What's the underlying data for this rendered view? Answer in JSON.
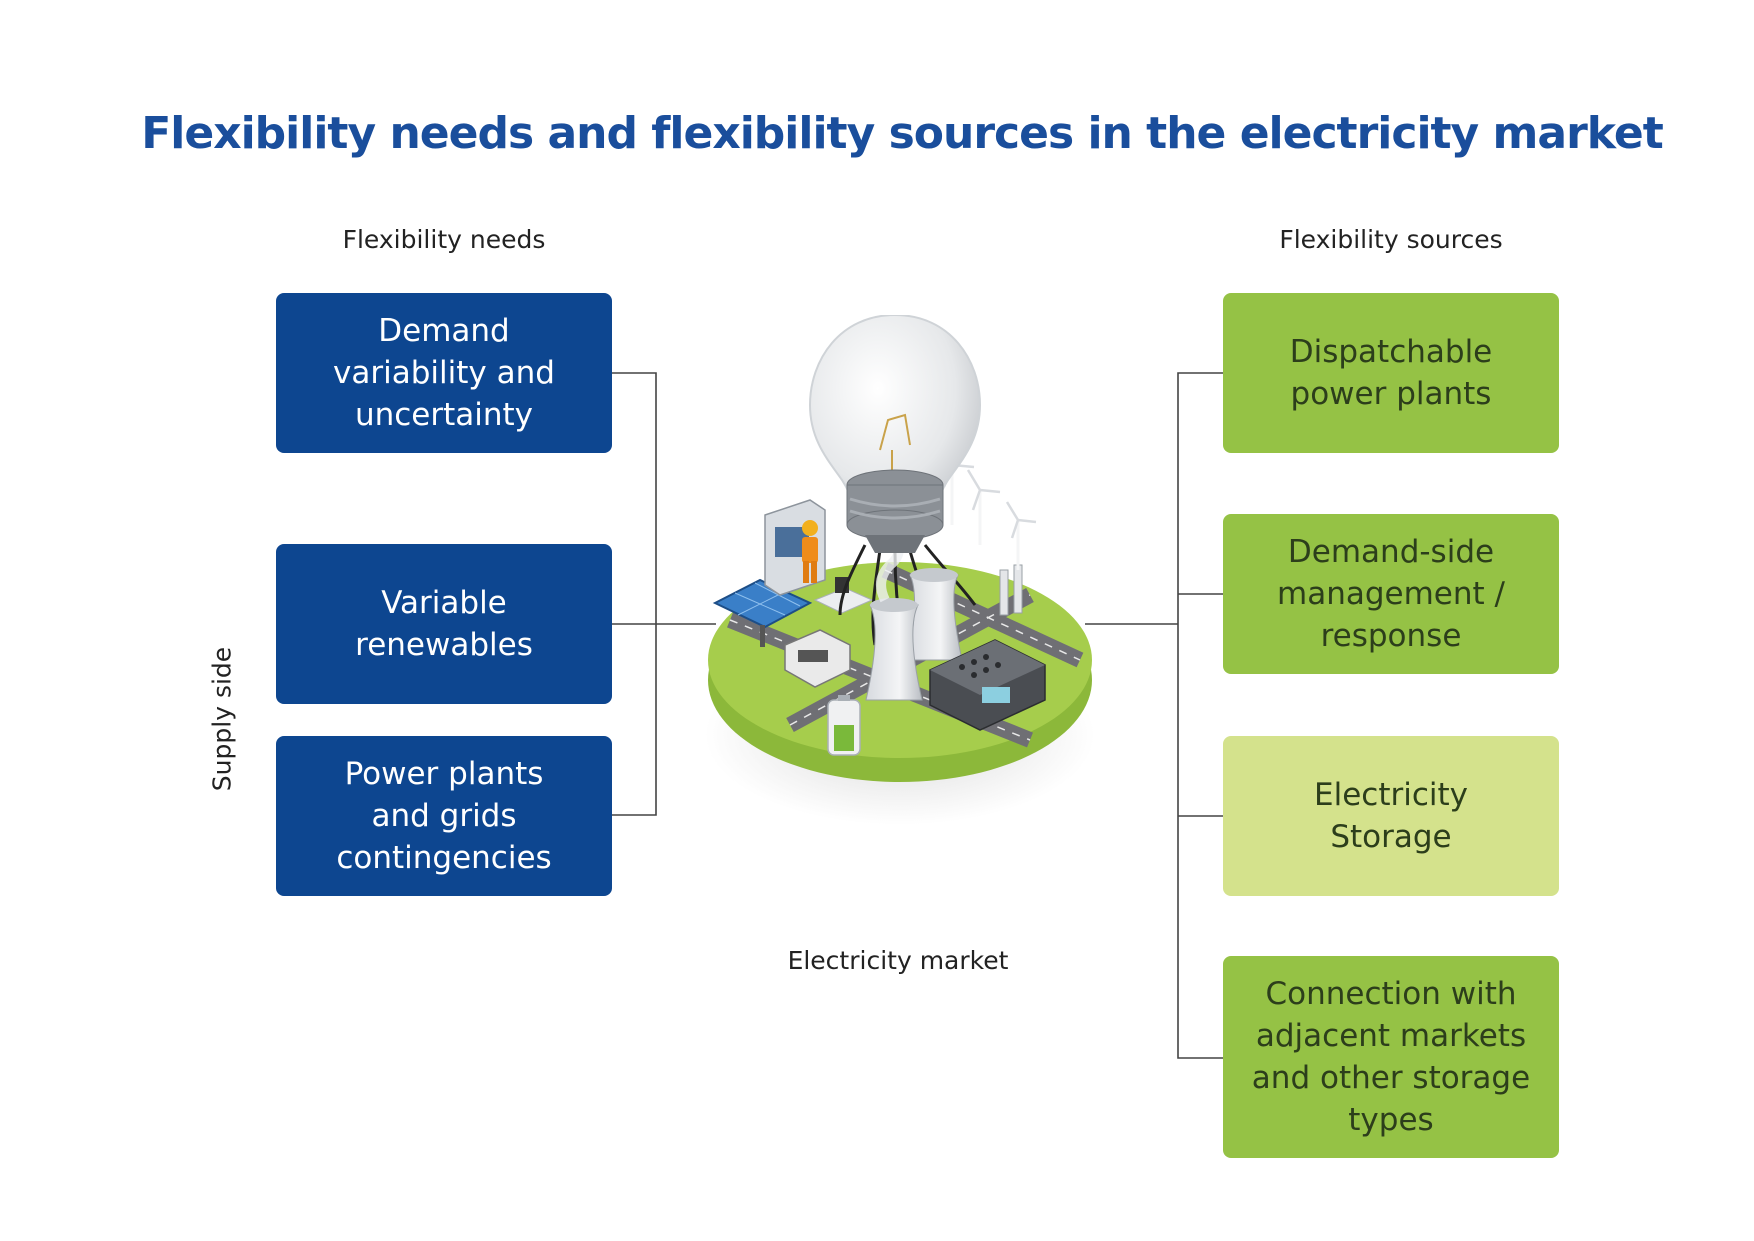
{
  "title": "Flexibility needs and flexibility sources in the electricity market",
  "needs": {
    "heading": "Flexibility needs",
    "side_label": "Supply side",
    "items": [
      {
        "lines": [
          "Demand",
          "variability and",
          "uncertainty"
        ]
      },
      {
        "lines": [
          "Variable",
          "renewables"
        ]
      },
      {
        "lines": [
          "Power plants",
          "and grids",
          "contingencies"
        ]
      }
    ]
  },
  "sources": {
    "heading": "Flexibility sources",
    "items": [
      {
        "lines": [
          "Dispatchable",
          "power plants"
        ],
        "color": "#95c245"
      },
      {
        "lines": [
          "Demand-side",
          "management /",
          "response"
        ],
        "color": "#95c245"
      },
      {
        "lines": [
          "Electricity",
          "Storage"
        ],
        "color": "#d4e28c"
      },
      {
        "lines": [
          "Connection with",
          "adjacent markets",
          "and other storage",
          "types"
        ],
        "color": "#95c245"
      }
    ]
  },
  "center": {
    "label": "Electricity market"
  },
  "colors": {
    "title": "#1a4e9c",
    "need_box": "#0d4690",
    "source_box": "#95c245",
    "source_box_light": "#d4e28c",
    "connector": "#444444"
  }
}
